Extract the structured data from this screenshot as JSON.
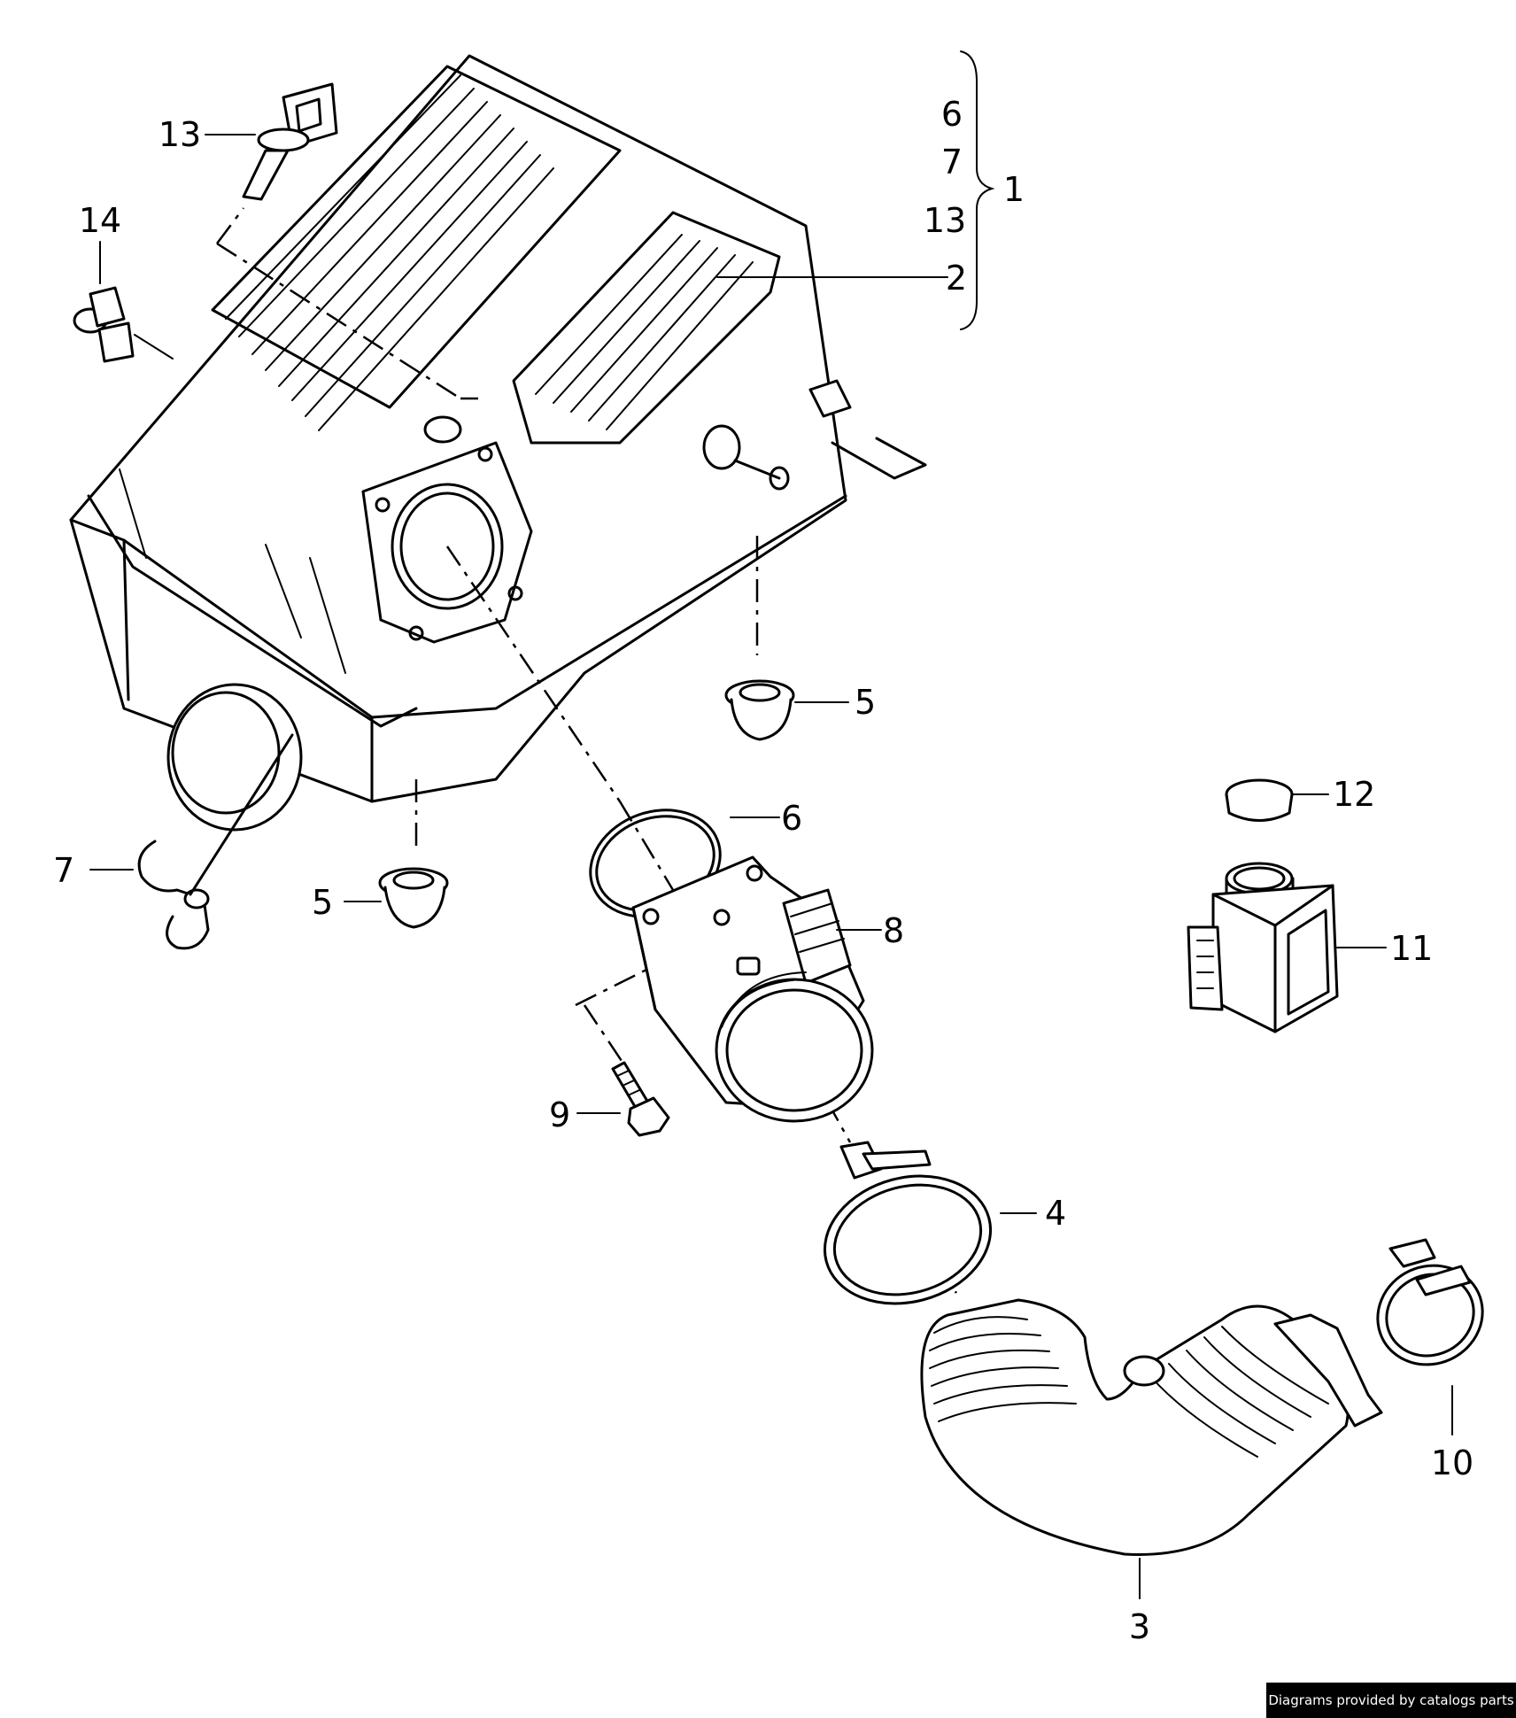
{
  "callouts": {
    "c6_group": "6",
    "c7_group": "7",
    "c13_group": "13",
    "c1": "1",
    "c2": "2",
    "c13": "13",
    "c14": "14",
    "c5_right": "5",
    "c5_left": "5",
    "c7": "7",
    "c6": "6",
    "c8": "8",
    "c9": "9",
    "c12": "12",
    "c11": "11",
    "c4": "4",
    "c10": "10",
    "c3": "3"
  },
  "credit": "Diagrams provided by catalogs parts"
}
